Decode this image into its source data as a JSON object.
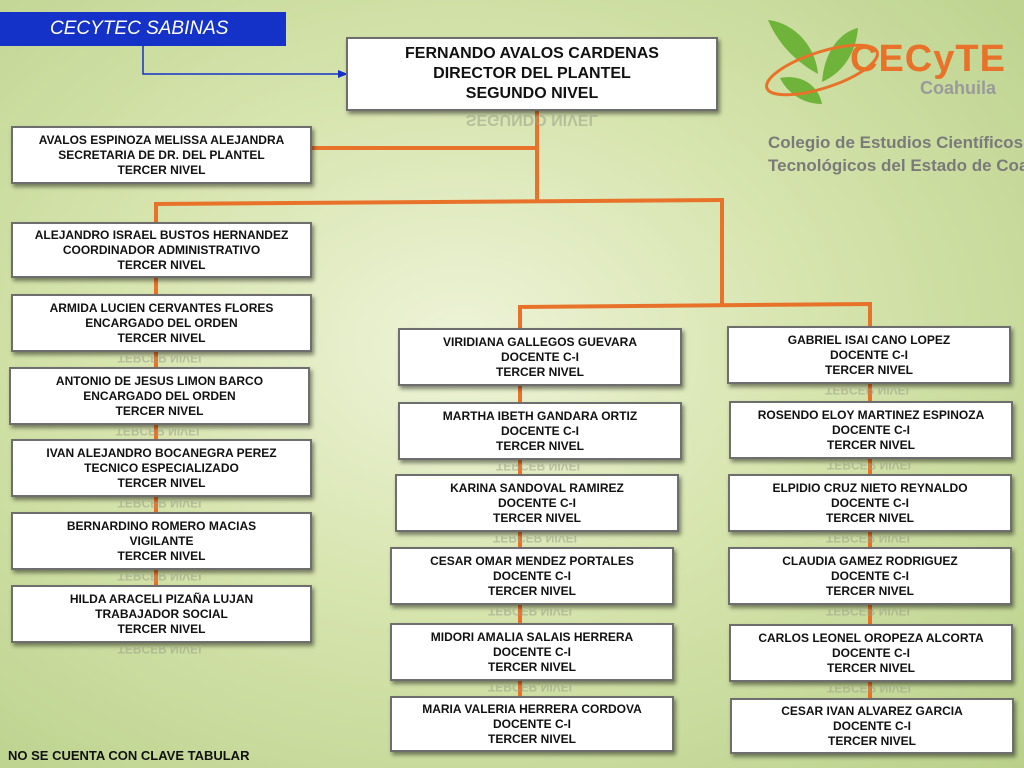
{
  "header": {
    "tag_label": "CECYTEC SABINAS"
  },
  "logo": {
    "name": "CECyTE",
    "state": "Coahuila",
    "line1": "Colegio de Estudios Científicos y",
    "line2": "Tecnológicos del Estado de Coahuila"
  },
  "director": {
    "name": "FERNANDO AVALOS CARDENAS",
    "role": "DIRECTOR DEL PLANTEL",
    "level": "SEGUNDO NIVEL"
  },
  "left_staff": [
    {
      "name": "AVALOS ESPINOZA MELISSA ALEJANDRA",
      "role": "SECRETARIA DE DR. DEL PLANTEL",
      "level": "TERCER NIVEL"
    },
    {
      "name": "ALEJANDRO ISRAEL BUSTOS HERNANDEZ",
      "role": "COORDINADOR ADMINISTRATIVO",
      "level": "TERCER NIVEL"
    },
    {
      "name": "ARMIDA LUCIEN CERVANTES FLORES",
      "role": "ENCARGADO DEL ORDEN",
      "level": "TERCER NIVEL"
    },
    {
      "name": "ANTONIO DE JESUS LIMON BARCO",
      "role": "ENCARGADO DEL ORDEN",
      "level": "TERCER NIVEL"
    },
    {
      "name": "IVAN ALEJANDRO BOCANEGRA PEREZ",
      "role": "TECNICO ESPECIALIZADO",
      "level": "TERCER NIVEL"
    },
    {
      "name": "BERNARDINO ROMERO MACIAS",
      "role": "VIGILANTE",
      "level": "TERCER NIVEL"
    },
    {
      "name": "HILDA ARACELI PIZAÑA LUJAN",
      "role": "TRABAJADOR SOCIAL",
      "level": "TERCER NIVEL"
    }
  ],
  "center_staff": [
    {
      "name": "VIRIDIANA GALLEGOS GUEVARA",
      "role": "DOCENTE C-I",
      "level": "TERCER NIVEL"
    },
    {
      "name": "MARTHA IBETH GANDARA ORTIZ",
      "role": "DOCENTE C-I",
      "level": "TERCER NIVEL"
    },
    {
      "name": "KARINA SANDOVAL RAMIREZ",
      "role": "DOCENTE C-I",
      "level": "TERCER NIVEL"
    },
    {
      "name": "CESAR OMAR MENDEZ PORTALES",
      "role": "DOCENTE C-I",
      "level": "TERCER NIVEL"
    },
    {
      "name": "MIDORI AMALIA SALAIS HERRERA",
      "role": "DOCENTE C-I",
      "level": "TERCER NIVEL"
    },
    {
      "name": "MARIA VALERIA HERRERA CORDOVA",
      "role": "DOCENTE C-I",
      "level": "TERCER NIVEL"
    }
  ],
  "right_staff": [
    {
      "name": "GABRIEL ISAI CANO LOPEZ",
      "role": "DOCENTE C-I",
      "level": "TERCER NIVEL"
    },
    {
      "name": "ROSENDO ELOY MARTINEZ ESPINOZA",
      "role": "DOCENTE C-I",
      "level": "TERCER NIVEL"
    },
    {
      "name": "ELPIDIO CRUZ NIETO REYNALDO",
      "role": "DOCENTE C-I",
      "level": "TERCER NIVEL"
    },
    {
      "name": "CLAUDIA GAMEZ RODRIGUEZ",
      "role": "DOCENTE C-I",
      "level": "TERCER NIVEL"
    },
    {
      "name": "CARLOS LEONEL OROPEZA ALCORTA",
      "role": "DOCENTE C-I",
      "level": "TERCER NIVEL"
    },
    {
      "name": "CESAR IVAN ALVAREZ GARCIA",
      "role": "DOCENTE C-I",
      "level": "TERCER NIVEL"
    }
  ],
  "footer": {
    "note": "NO SE CUENTA CON CLAVE TABULAR"
  },
  "colors": {
    "connector": "#e8722a",
    "tag_bg": "#1432c8",
    "arrow": "#1432c8"
  }
}
